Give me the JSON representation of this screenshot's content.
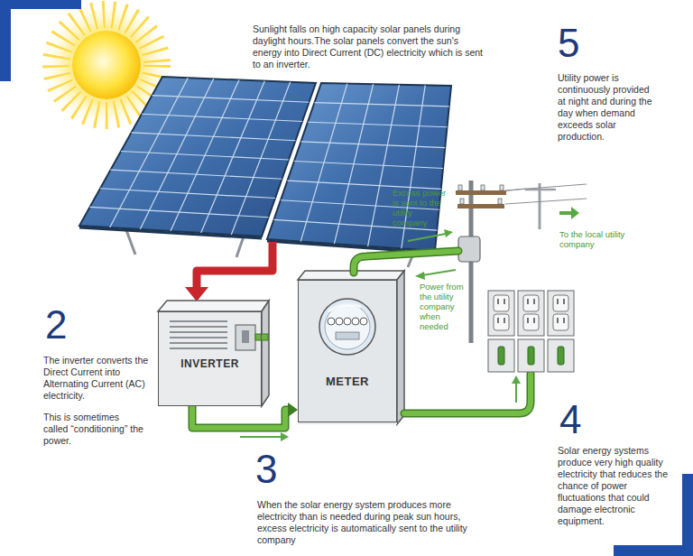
{
  "diagram": {
    "nodes": [
      {
        "text": [
          "INVERTER"
        ]
      },
      {
        "text": [
          "METER"
        ]
      }
    ],
    "edges": [
      {
        "from": 0,
        "to": 1,
        "arrow": "to"
      }
    ],
    "labels": [
      "Sunlight falls on high capacity solar panels during daylight hours.The solar panels convert the sun's energy into Direct Current (DC) electricity which is sent to an inverter.",
      "5",
      "Utility power is continuously provided at night and during the day when demand exceeds solar production.",
      "Excess power is sent to the utility company",
      "To the local utility company",
      "Power from the utility company when needed",
      "2",
      "The inverter converts the Direct Current into Alternating Current (AC) electricity.",
      "This is sometimes called “conditioning” the power.",
      "3",
      "When the solar energy system produces more electricity than is needed during peak sun hours, excess electricity is automatically sent to the utility company",
      "4",
      "Solar energy systems produce very high quality electricity that reduces the chance of power fluctuations that could damage electronic equipment."
    ]
  }
}
